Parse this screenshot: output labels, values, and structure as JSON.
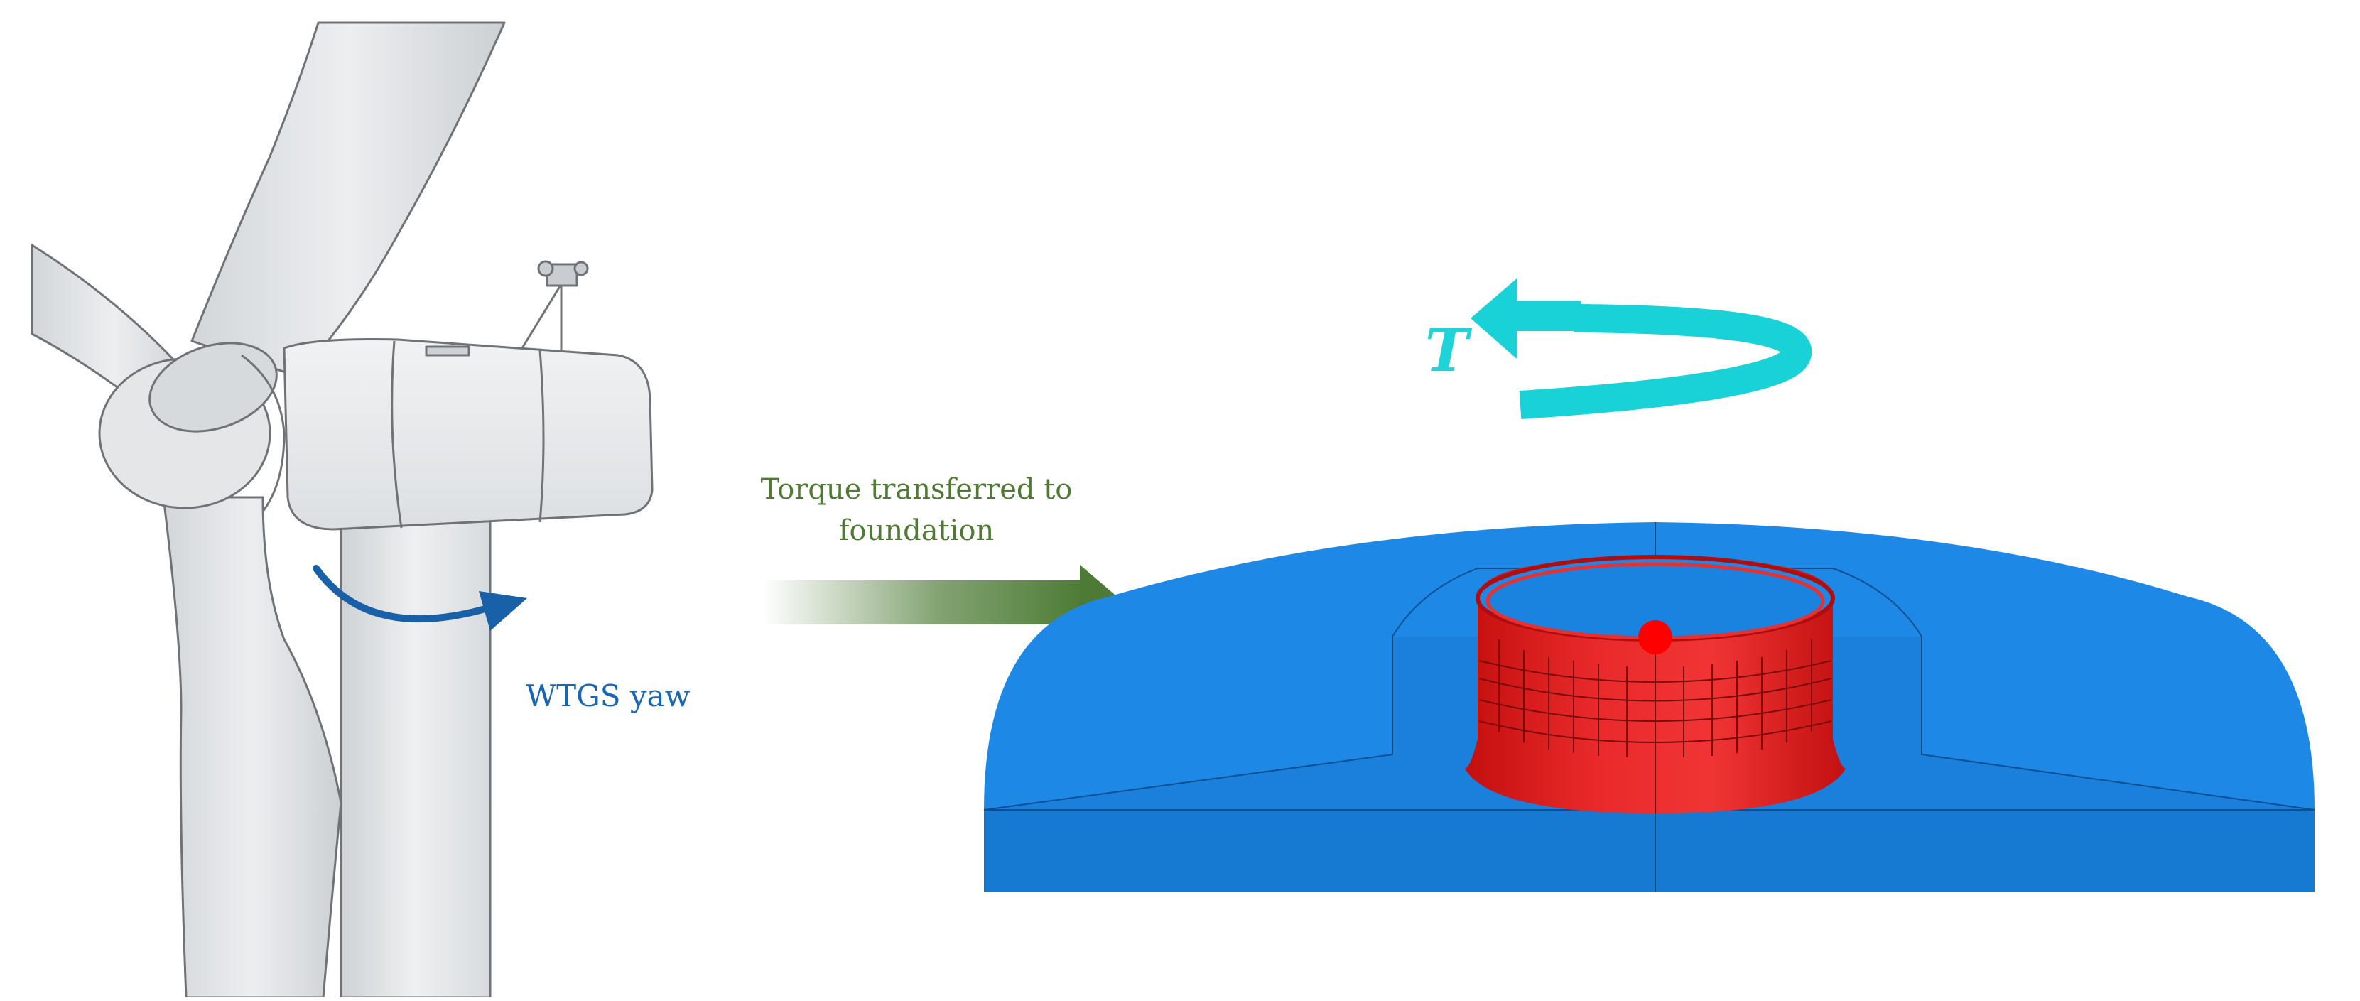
{
  "labels": {
    "torque_line1": "Torque transferred to",
    "torque_line2": "foundation",
    "yaw": "WTGS yaw",
    "torque_symbol": "T"
  },
  "colors": {
    "torque_text": "#4f7a34",
    "yaw_text": "#1666b5",
    "torque_symbol": "#1ed4d8",
    "yaw_arrow": "#1860a8",
    "transfer_arrow": "#4d7b35",
    "rotation_arrow": "#18d2d8",
    "foundation_top": "#1e88e6",
    "foundation_side": "#1679d2",
    "ring": "#e01818",
    "ring_dark": "#b00e0e",
    "centre_point": "#ff0000",
    "turbine_body": "#e6e8ea",
    "turbine_edge": "#6f7377"
  },
  "icons": {
    "yaw_arrow": "curved-arrow-icon",
    "transfer_arrow": "gradient-arrow-icon",
    "rotation_arrow": "rotation-arrow-icon"
  }
}
